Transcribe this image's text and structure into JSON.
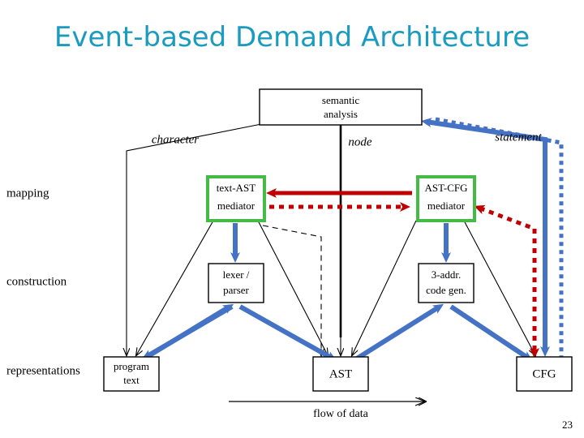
{
  "slide": {
    "title": "Event-based Demand Architecture",
    "title_color": "#1A9BBF",
    "page_number": "23",
    "background_color": "#FFFFFF"
  },
  "colors": {
    "mediator_border": "#44BB44",
    "blue_edge": "#4472C4",
    "red_edge": "#C00000",
    "plain_edge": "#000000"
  },
  "diagram": {
    "row_labels": [
      {
        "id": "mapping",
        "text": "mapping"
      },
      {
        "id": "construction",
        "text": "construction"
      },
      {
        "id": "representations",
        "text": "representations"
      }
    ],
    "boxes": [
      {
        "id": "semantic-analysis",
        "line1": "semantic",
        "line2": "analysis",
        "style": "plain"
      },
      {
        "id": "text-ast-mediator",
        "line1": "text-AST",
        "line2": "mediator",
        "style": "mediator"
      },
      {
        "id": "ast-cfg-mediator",
        "line1": "AST-CFG",
        "line2": "mediator",
        "style": "mediator"
      },
      {
        "id": "lexer-parser",
        "line1": "lexer /",
        "line2": "parser",
        "style": "plain"
      },
      {
        "id": "code-gen",
        "line1": "3-addr.",
        "line2": "code gen.",
        "style": "plain"
      },
      {
        "id": "program-text",
        "line1": "program",
        "line2": "text",
        "style": "plain"
      },
      {
        "id": "ast",
        "line1": "AST",
        "line2": "",
        "style": "plain"
      },
      {
        "id": "cfg",
        "line1": "CFG",
        "line2": "",
        "style": "plain"
      }
    ],
    "edge_labels": [
      {
        "id": "character",
        "text": "character"
      },
      {
        "id": "node",
        "text": "node"
      },
      {
        "id": "statement",
        "text": "statement"
      }
    ],
    "flow_axis": {
      "label": "flow of data"
    }
  }
}
